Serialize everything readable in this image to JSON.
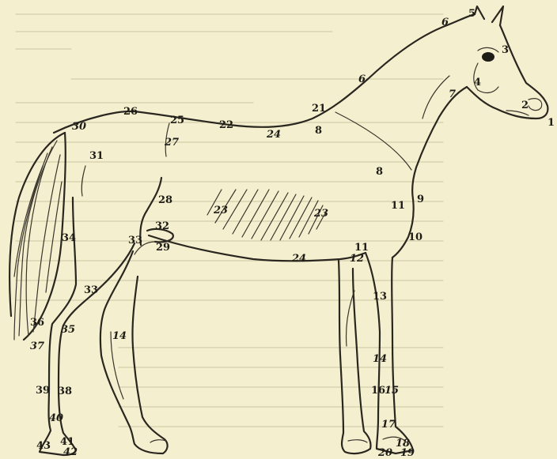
{
  "labels": [
    {
      "id": "l1",
      "text": "1"
    },
    {
      "id": "l2",
      "text": "2"
    },
    {
      "id": "l3",
      "text": "3"
    },
    {
      "id": "l4",
      "text": "4"
    },
    {
      "id": "l5",
      "text": "5"
    },
    {
      "id": "l6a",
      "text": "6"
    },
    {
      "id": "l6b",
      "text": "6"
    },
    {
      "id": "l7",
      "text": "7"
    },
    {
      "id": "l8a",
      "text": "8"
    },
    {
      "id": "l8b",
      "text": "8"
    },
    {
      "id": "l9",
      "text": "9"
    },
    {
      "id": "l10",
      "text": "10"
    },
    {
      "id": "l11a",
      "text": "11"
    },
    {
      "id": "l11b",
      "text": "11"
    },
    {
      "id": "l12",
      "text": "12"
    },
    {
      "id": "l13",
      "text": "13"
    },
    {
      "id": "l14a",
      "text": "14"
    },
    {
      "id": "l14b",
      "text": "14"
    },
    {
      "id": "l15",
      "text": "15"
    },
    {
      "id": "l16",
      "text": "16"
    },
    {
      "id": "l17",
      "text": "17"
    },
    {
      "id": "l18",
      "text": "18"
    },
    {
      "id": "l19",
      "text": "19"
    },
    {
      "id": "l20",
      "text": "20"
    },
    {
      "id": "l21",
      "text": "21"
    },
    {
      "id": "l22",
      "text": "22"
    },
    {
      "id": "l23a",
      "text": "23"
    },
    {
      "id": "l23b",
      "text": "23"
    },
    {
      "id": "l24a",
      "text": "24"
    },
    {
      "id": "l24b",
      "text": "24"
    },
    {
      "id": "l25",
      "text": "25"
    },
    {
      "id": "l26",
      "text": "26"
    },
    {
      "id": "l27",
      "text": "27"
    },
    {
      "id": "l28",
      "text": "28"
    },
    {
      "id": "l29",
      "text": "29"
    },
    {
      "id": "l30",
      "text": "30"
    },
    {
      "id": "l31",
      "text": "31"
    },
    {
      "id": "l32",
      "text": "32"
    },
    {
      "id": "l33a",
      "text": "33"
    },
    {
      "id": "l33b",
      "text": "33"
    },
    {
      "id": "l34",
      "text": "34"
    },
    {
      "id": "l35",
      "text": "35"
    },
    {
      "id": "l36",
      "text": "36"
    },
    {
      "id": "l37",
      "text": "37"
    },
    {
      "id": "l38",
      "text": "38"
    },
    {
      "id": "l39",
      "text": "39"
    },
    {
      "id": "l40",
      "text": "40"
    },
    {
      "id": "l41",
      "text": "41"
    },
    {
      "id": "l42",
      "text": "42"
    },
    {
      "id": "l43",
      "text": "43"
    }
  ]
}
